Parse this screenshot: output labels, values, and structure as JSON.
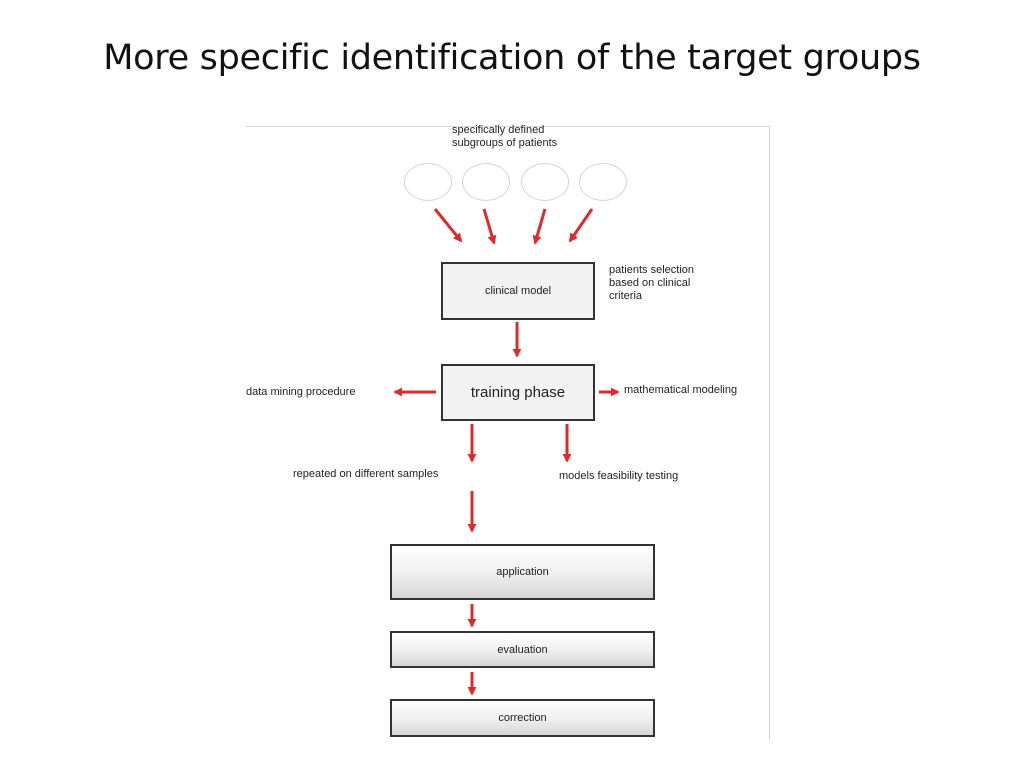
{
  "title": "More specific identification of the target groups",
  "diagram": {
    "subgroups_label": "specifically defined\nsubgroups of patients",
    "nodes": {
      "clinical_model": "clinical model",
      "training_phase": "training phase",
      "application": "application",
      "evaluation": "evaluation",
      "correction": "correction"
    },
    "annotations": {
      "patients_selection": "patients selection\nbased on clinical\ncriteria",
      "data_mining": "data mining procedure",
      "mathematical_modeling": "mathematical modeling",
      "repeated_samples": "repeated on different samples",
      "feasibility_testing": "models feasibility testing"
    },
    "colors": {
      "arrow": "#dd2b2b",
      "node_border": "#333333",
      "circle_border": "#d4d4d4"
    }
  }
}
